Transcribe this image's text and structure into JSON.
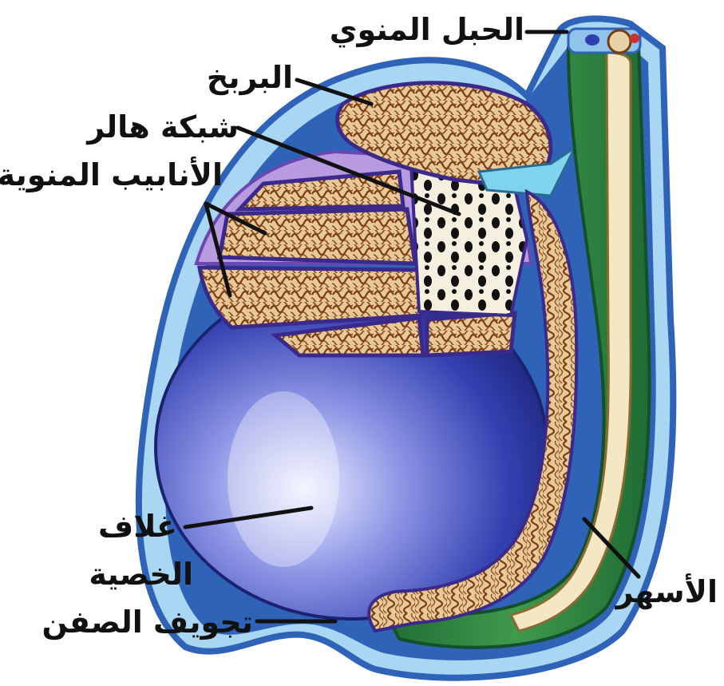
{
  "labels": {
    "spermatic_cord": "الحبل المنوي",
    "epididymis_head": "البربخ",
    "rete_testis": "شبكة هالر",
    "seminiferous_tubules": "الأنابيب المنوية",
    "tunica_line1": "غلاف",
    "tunica_line2": "الخصية",
    "scrotal_cavity": "تجويف الصفن",
    "vas_deferens": "الأسهر"
  },
  "colors": {
    "outer_membrane": "#2f63b8",
    "outer_membrane_light": "#8fc3ec",
    "testis_dark": "#1f2a8a",
    "testis_light": "#e8ecff",
    "tubule_fill": "#e9cfa2",
    "tubule_stroke": "#7a3c12",
    "epididymis_green": "#2e7d3a",
    "duct_cream": "#f4e7c4",
    "septum_purple": "#8a63c4",
    "rete_white": "#f7f2e6",
    "vessel_cyan": "#7fd3ec",
    "label_text": "#111111",
    "leader_line": "#111111"
  }
}
